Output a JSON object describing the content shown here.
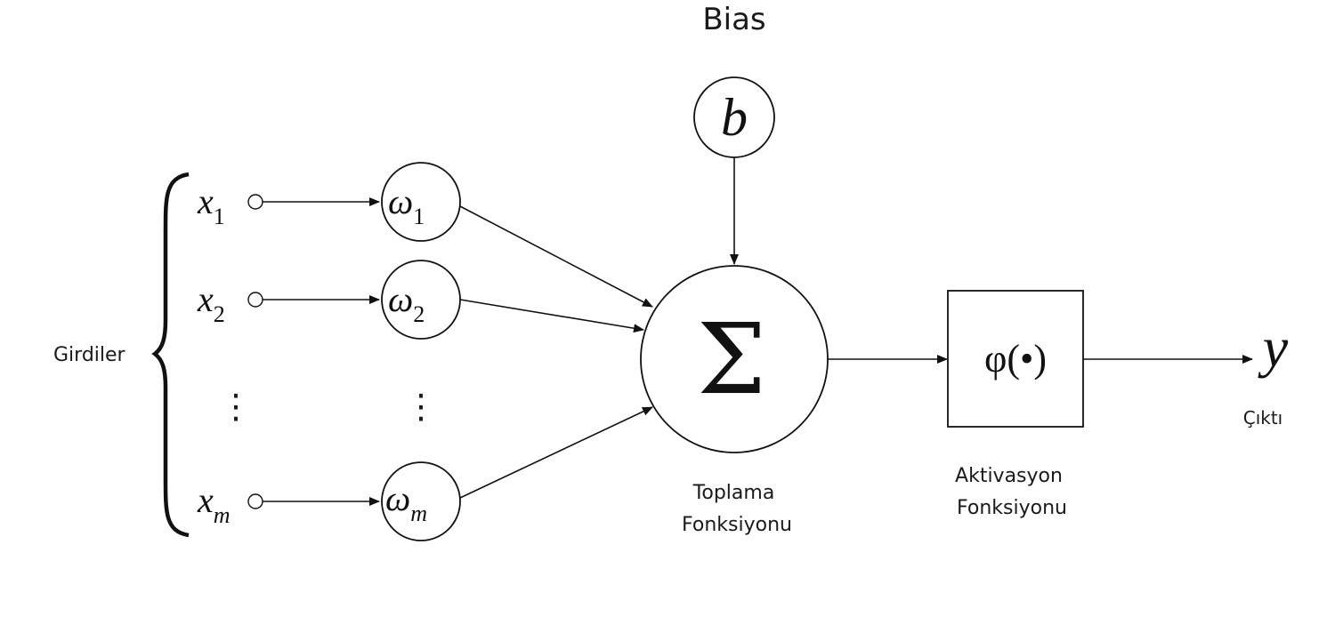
{
  "labels": {
    "bias": "Bias",
    "inputs": "Girdiler",
    "summation": [
      "Toplama",
      "Fonksiyonu"
    ],
    "activation": [
      "Aktivasyon",
      "Fonksiyonu"
    ],
    "output": "Çıktı"
  },
  "symbols": {
    "bias": "b",
    "sum": "Σ",
    "activation_function": "φ(•)",
    "output": "y"
  },
  "inputs": [
    {
      "var": "x",
      "sub": "1",
      "weight": "ω",
      "weight_sub": "1"
    },
    {
      "var": "x",
      "sub": "2",
      "weight": "ω",
      "weight_sub": "2"
    },
    {
      "var": "x",
      "sub": "m",
      "weight": "ω",
      "weight_sub": "m"
    }
  ],
  "ellipsis": "⋮"
}
